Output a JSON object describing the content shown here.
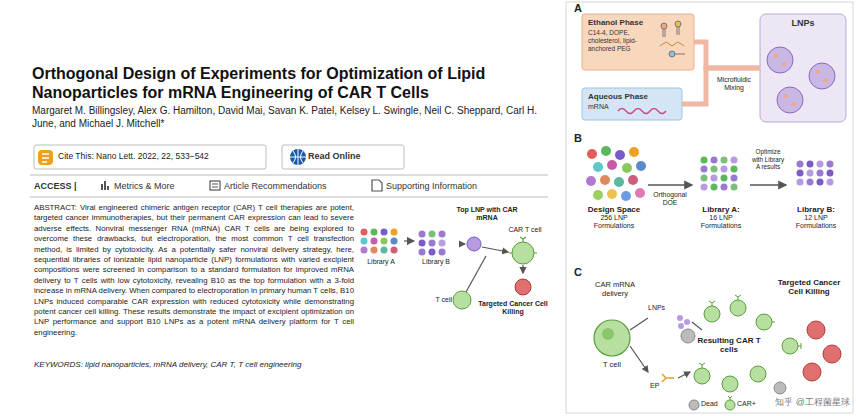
{
  "diagram": {
    "title": "Orthogonal Design of Experiments for Optimization of Lipid Nanoparticles for mRNA Engineering of CAR T Cells",
    "nodes": [
      {
        "text": [
          "Cite This: Nano Lett. 2022, 22, 533−542"
        ]
      },
      {
        "text": [
          "Read Online"
        ]
      },
      {
        "text": [
          "Library A"
        ]
      },
      {
        "text": [
          "Library B"
        ]
      },
      {
        "text": [
          "Ethanol Phase",
          "C14-4, DOPE, cholesterol, lipid-anchored PEG"
        ]
      },
      {
        "text": [
          "Aqueous Phase",
          "mRNA"
        ]
      },
      {
        "text": [
          "LNPs"
        ]
      },
      {
        "text": [
          "Design Space",
          "256 LNP Formulations"
        ]
      },
      {
        "text": [
          "Library A:",
          "16 LNP Formulations"
        ]
      },
      {
        "text": [
          "Library B:",
          "12 LNP Formulations"
        ]
      }
    ],
    "edges": [
      {
        "from": 2,
        "to": 3,
        "arrow": "to"
      },
      {
        "from": 4,
        "to": 6,
        "label": "Microfluidic Mixing",
        "arrow": "none"
      },
      {
        "from": 5,
        "to": 6,
        "arrow": "none"
      },
      {
        "from": 7,
        "to": 8,
        "label": "Orthogonal DOE",
        "arrow": "to"
      },
      {
        "from": 8,
        "to": 9,
        "label": "Optimize with Library A results",
        "arrow": "to"
      }
    ],
    "labels": [
      "Margaret M. Billingsley, Alex G. Hamilton, David Mai, Savan K. Patel, Kelsey L. Swingle, Neil C. Sheppard, Carl H. June, and Michael J. Mitchell*",
      "ACCESS |",
      "Metrics & More",
      "Article Recommendations",
      "Supporting Information",
      "ABSTRACT: Viral engineered chimeric antigen receptor (CAR) T cell therapies are potent, targeted cancer immunotherapies, but their permanent CAR expression can lead to severe adverse effects. Nonviral messenger RNA (mRNA) CAR T cells are being explored to overcome these drawbacks, but electroporation, the most common T cell transfection method, is limited by cytotoxicity. As a potentially safer nonviral delivery strategy, here, sequential libraries of ionizable lipid nanoparticle (LNP) formulations with varied excipient compositions were screened in comparison to a standard formulation for improved mRNA delivery to T cells with low cytotoxicity, revealing B10 as the top formulation with a 3-fold increase in mRNA delivery. When compared to electroporation in primary human T cells, B10 LNPs induced comparable CAR expression with reduced cytotoxicity while demonstrating potent cancer cell killing. These results demonstrate the impact of excipient optimization on LNP performance and support B10 LNPs as a potent mRNA delivery platform for T cell engineering.",
      "Top LNP with CAR mRNA",
      "CAR T cell",
      "T cell",
      "Targeted Cancer Cell Killing",
      "KEYWORDS: lipid nanoparticles, mRNA delivery, CAR T, T cell engineering",
      "A",
      "B",
      "C",
      "CAR mRNA delivery",
      "LNPs",
      "EP",
      "Resulting CAR T cells",
      "Targeted Cancer Cell Killing",
      "T cell",
      "知乎 @工程菌星球"
    ],
    "legend": [
      {
        "text": "Dead"
      },
      {
        "text": "CAR+"
      }
    ]
  }
}
